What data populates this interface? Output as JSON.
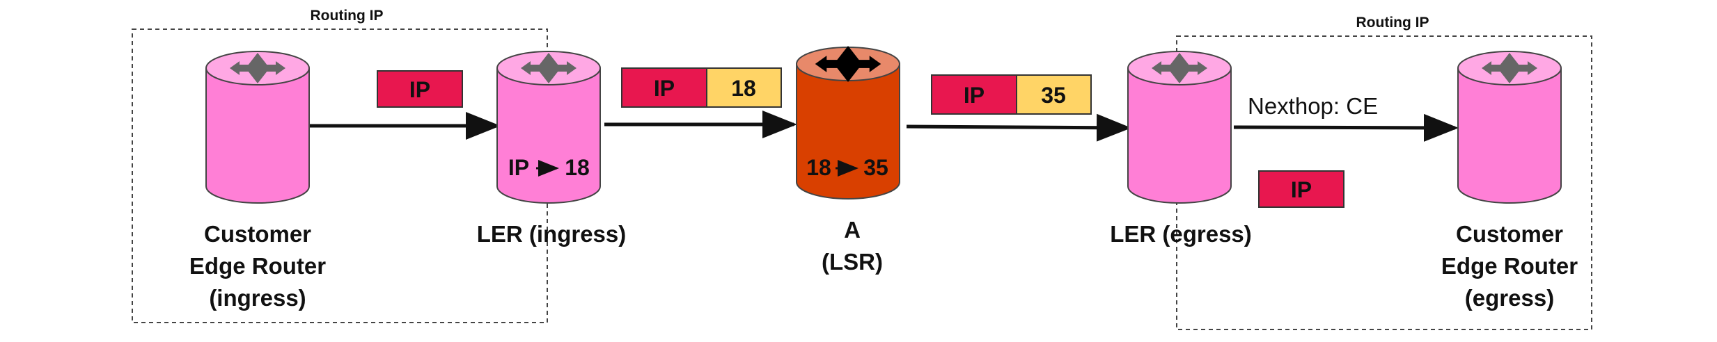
{
  "zones": {
    "left_label": "Routing IP",
    "right_label": "Routing IP"
  },
  "nodes": {
    "ce_ingress": {
      "line1": "Customer",
      "line2": "Edge Router",
      "line3": "(ingress)"
    },
    "ler_ingress": {
      "name": "LER (ingress)",
      "rule_from": "IP",
      "rule_to": "18"
    },
    "lsr_a": {
      "line1": "A",
      "line2": "(LSR)",
      "rule_from": "18",
      "rule_to": "35"
    },
    "ler_egress": {
      "name": "LER (egress)"
    },
    "ce_egress": {
      "line1": "Customer",
      "line2": "Edge Router",
      "line3": "(egress)"
    }
  },
  "packets": {
    "p1": {
      "ip": "IP"
    },
    "p2": {
      "ip": "IP",
      "label": "18"
    },
    "p3": {
      "ip": "IP",
      "label": "35"
    },
    "p4": {
      "ip": "IP"
    }
  },
  "annotations": {
    "nexthop": "Nexthop: CE"
  },
  "colors": {
    "router_pink": "#ff7fd6",
    "router_lsr": "#d94000",
    "packet_ip": "#e8174f",
    "packet_label": "#ffd466"
  }
}
